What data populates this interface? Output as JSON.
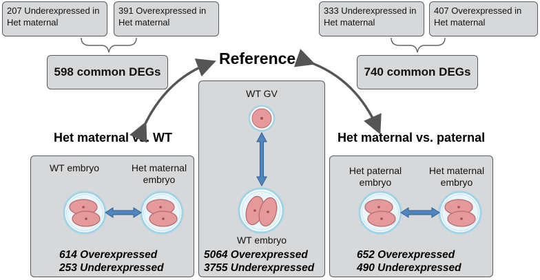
{
  "left_deg": {
    "under": "207 Underexpressed in Het maternal",
    "over": "391 Overexpressed in Het maternal",
    "common": "598 common DEGs"
  },
  "right_deg": {
    "under": "333 Underexpressed in Het maternal",
    "over": "407 Overexpressed in Het maternal",
    "common": "740 common DEGs"
  },
  "reference": {
    "title": "Reference",
    "top_label": "WT GV",
    "bottom_label": "WT  embryo",
    "stat_over": "5064 Overexpressed",
    "stat_under": "3755 Underexpressed"
  },
  "left_panel": {
    "title": "Het maternal vs. WT",
    "label_a": "WT embryo",
    "label_b": "Het maternal embryo",
    "stat_over": "614 Overexpressed",
    "stat_under": "253 Underexpressed"
  },
  "right_panel": {
    "title": "Het maternal vs. paternal",
    "label_a": "Het paternal embryo",
    "label_b": "Het maternal embryo",
    "stat_over": "652 Overexpressed",
    "stat_under": "490 Underexpressed"
  },
  "colors": {
    "box_fill": "#d6d8da",
    "cell_fill": "#e49a9a",
    "zona": "#9fd3ea",
    "arrow_blue": "#4f86c0",
    "curve_arrow": "#555555"
  }
}
